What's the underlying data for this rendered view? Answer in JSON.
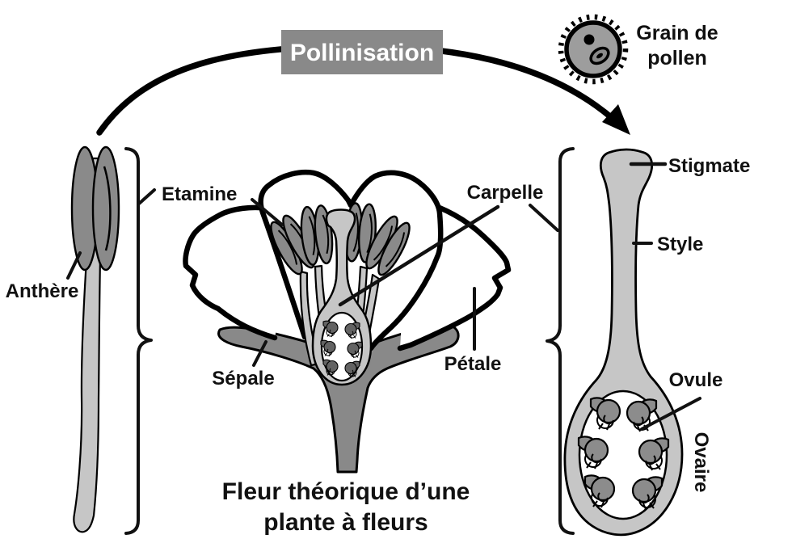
{
  "diagram_title": "Fleur théorique d’une plante à fleurs",
  "labels": {
    "pollinisation": "Pollinisation",
    "grain_line1": "Grain de",
    "grain_line2": "pollen",
    "etamine": "Etamine",
    "anthere": "Anthère",
    "carpelle": "Carpelle",
    "sepale": "Sépale",
    "petale": "Pétale",
    "stigmate": "Stigmate",
    "style": "Style",
    "ovule": "Ovule",
    "ovaire": "Ovaire",
    "caption_line1": "Fleur théorique d’une",
    "caption_line2": "plante à fleurs"
  },
  "icons": {
    "pollen_grain": "pollen-grain-icon",
    "arrow": "pollination-curved-arrow"
  },
  "colors": {
    "background": "#ffffff",
    "outline": "#000000",
    "dark_gray": "#898989",
    "anther_gray": "#8a8a8a",
    "light_gray": "#c6c6c6",
    "pollen_gray": "#9d9d9d",
    "ovule_gray": "#8c8c8c",
    "flower_ovule_gray": "#636363",
    "label_text": "#111111",
    "box_text": "#ffffff"
  }
}
